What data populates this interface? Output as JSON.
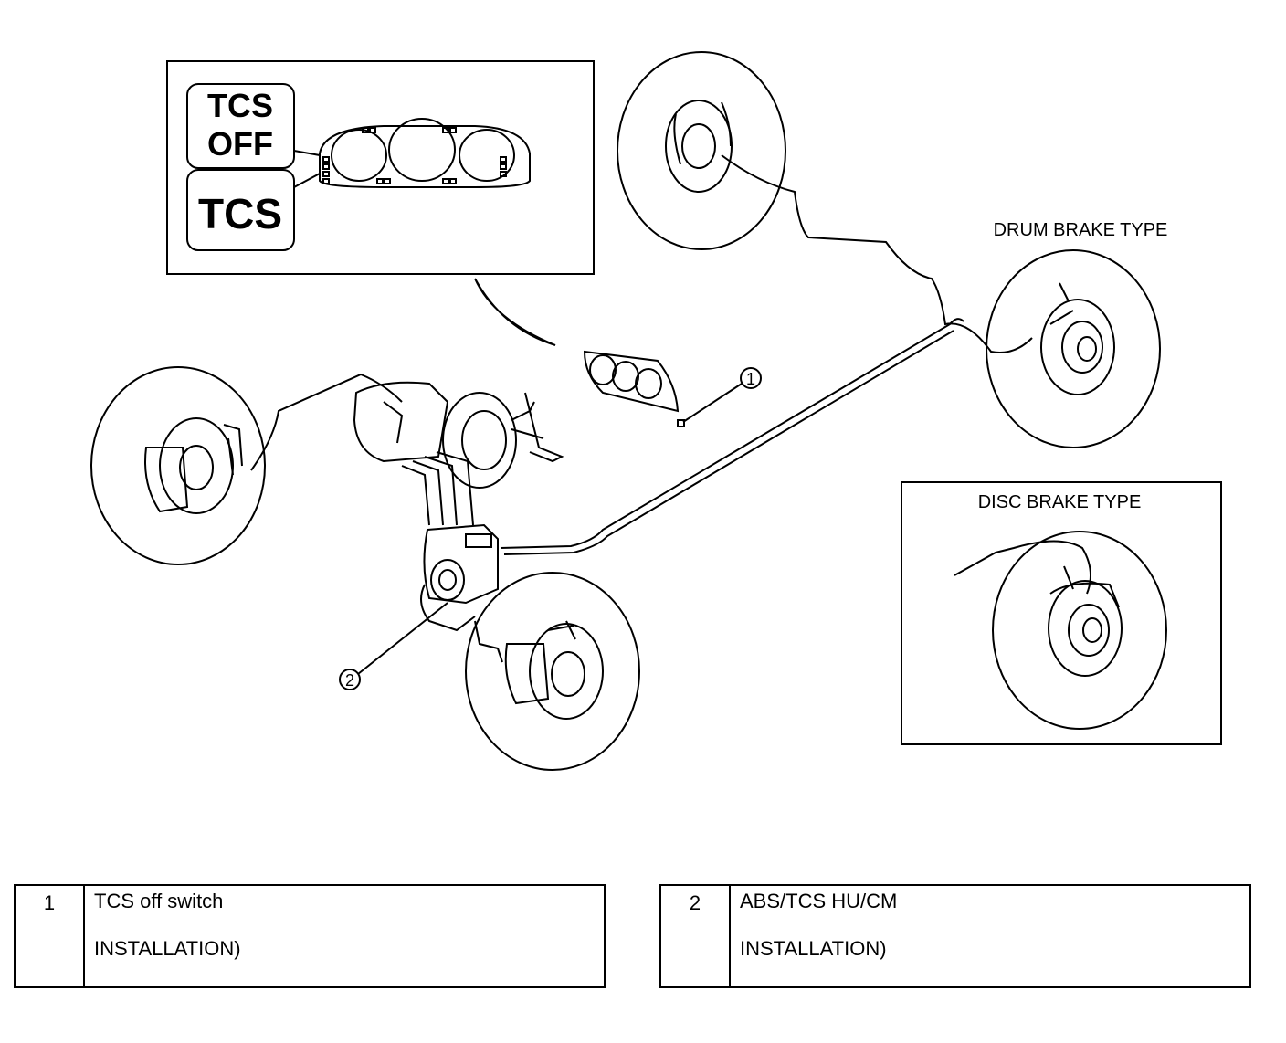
{
  "inset": {
    "tcs_off_label_line1": "TCS",
    "tcs_off_label_line2": "OFF",
    "tcs_label": "TCS"
  },
  "labels": {
    "drum_brake": "DRUM BRAKE TYPE",
    "disc_brake": "DISC BRAKE TYPE",
    "callout_1": "1",
    "callout_2": "2"
  },
  "legend": [
    {
      "num": "1",
      "name": "TCS off switch",
      "note": "INSTALLATION)"
    },
    {
      "num": "2",
      "name": "ABS/TCS HU/CM",
      "note": "INSTALLATION)"
    }
  ]
}
